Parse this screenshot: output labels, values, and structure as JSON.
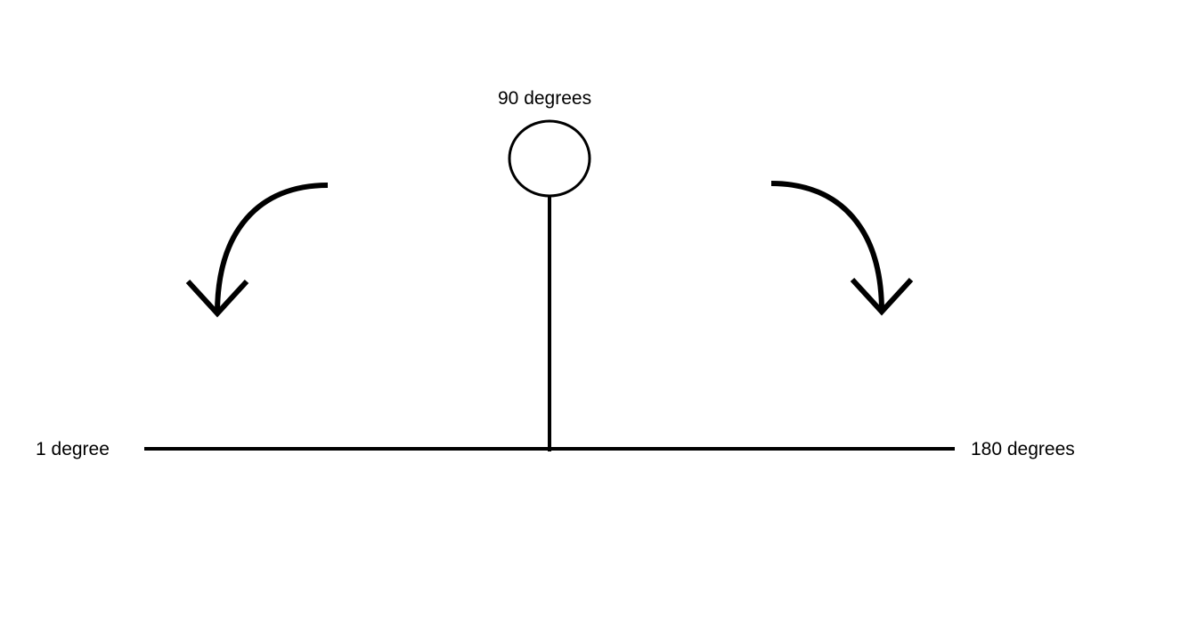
{
  "labels": {
    "top": "90 degrees",
    "left": "1 degree",
    "right": "180 degrees"
  },
  "colors": {
    "ink": "#000000",
    "background": "#ffffff"
  },
  "elements": {
    "pivot": "circle",
    "arrows": [
      "curved-arrow-left",
      "curved-arrow-right"
    ]
  }
}
